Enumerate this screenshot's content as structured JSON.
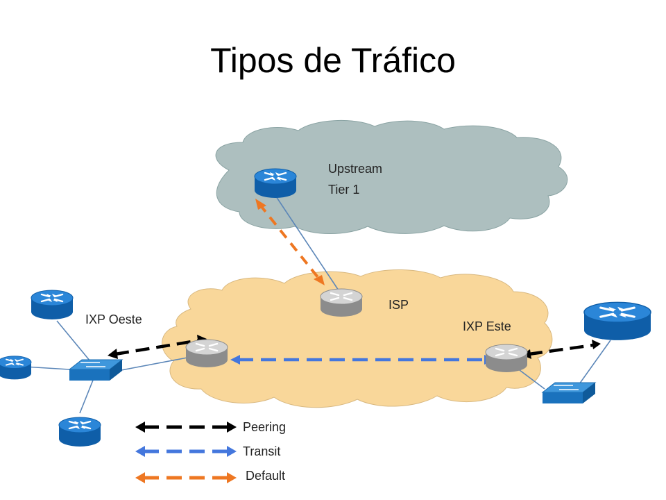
{
  "title": "Tipos de Tráfico",
  "clouds": {
    "upstream": {
      "line1": "Upstream",
      "line2": "Tier 1",
      "fill": "#adbfbf"
    },
    "isp": {
      "label": "ISP",
      "fill": "#f9d79a"
    }
  },
  "labels": {
    "ixp_oeste": "IXP Oeste",
    "ixp_este": "IXP Este"
  },
  "legend": [
    {
      "label": "Peering",
      "color": "#000000"
    },
    {
      "label": "Transit",
      "color": "#4477dd"
    },
    {
      "label": "Default",
      "color": "#ee7722"
    }
  ],
  "icons": {
    "router_blue": "router-icon",
    "router_gray": "router-icon",
    "switch": "switch-icon"
  },
  "colors": {
    "router_blue": "#1a6fc4",
    "router_gray": "#a7a7a7",
    "link": "#5b86b8"
  }
}
